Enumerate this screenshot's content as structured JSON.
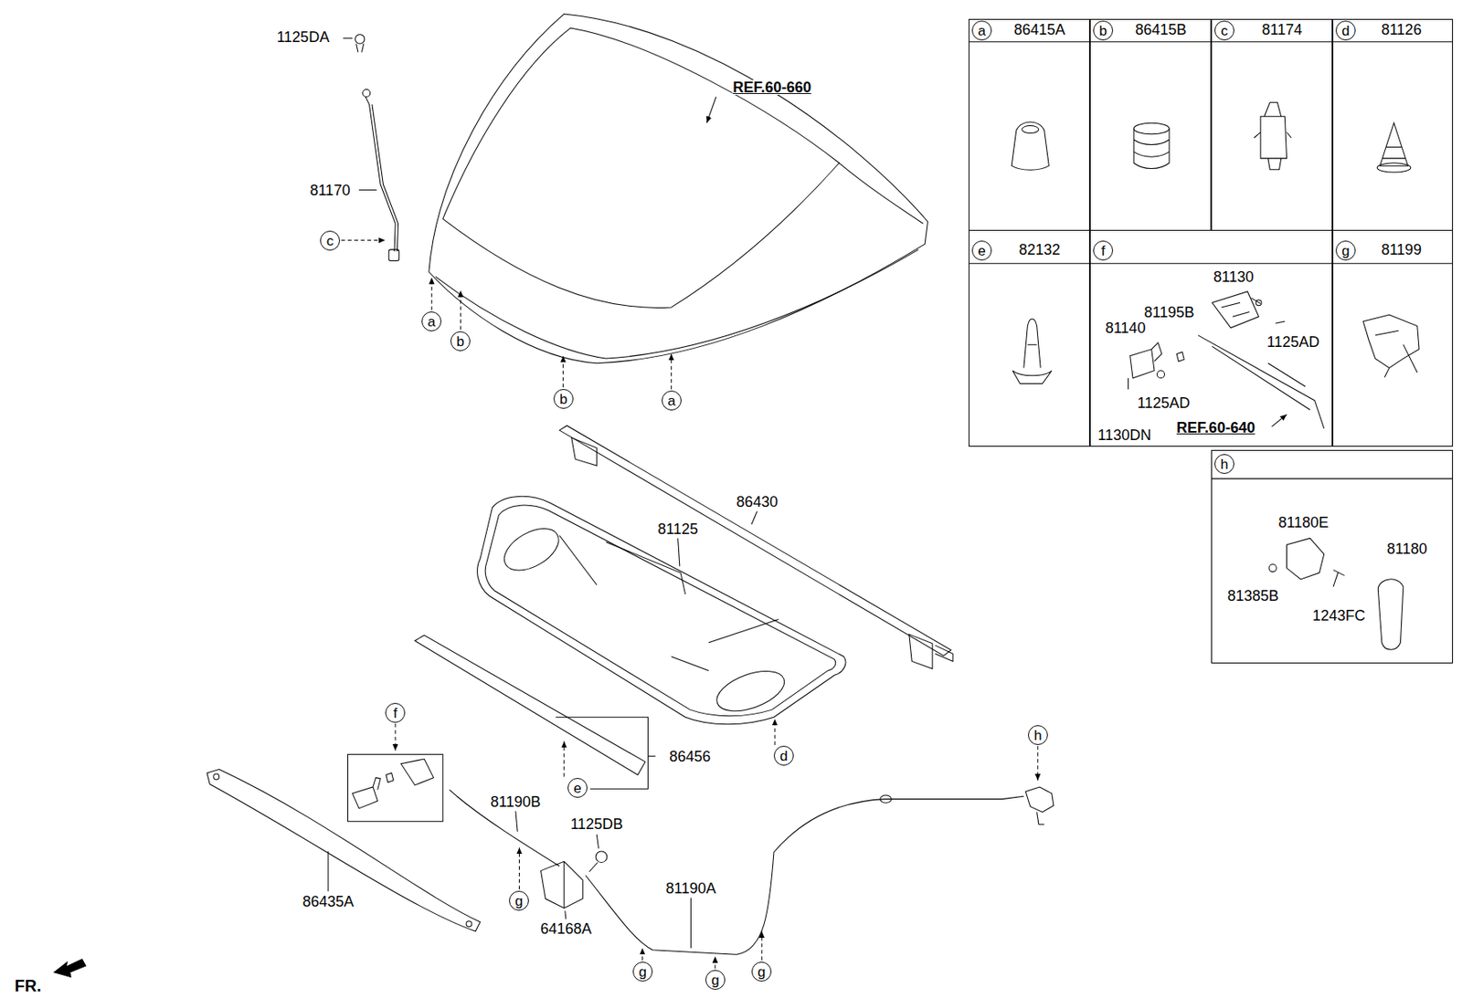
{
  "diagram": {
    "nodes": [
      {
        "text": [
          "86415A"
        ]
      },
      {
        "text": [
          "a"
        ],
        "in": 0
      },
      {
        "text": [
          "86415B"
        ]
      },
      {
        "text": [
          "b"
        ],
        "in": 2
      },
      {
        "text": [
          "81174"
        ]
      },
      {
        "text": [
          "c"
        ],
        "in": 4
      },
      {
        "text": [
          "81126"
        ]
      },
      {
        "text": [
          "d"
        ],
        "in": 6
      },
      {
        "text": [
          "82132"
        ]
      },
      {
        "text": [
          "e"
        ],
        "in": 8
      },
      {
        "text": [
          "81130",
          "81195B",
          "1125AD",
          "81140",
          "1125AD",
          "1130DN",
          "REF.60-640"
        ]
      },
      {
        "text": [
          "f"
        ],
        "in": 10
      },
      {
        "text": [
          "81199"
        ]
      },
      {
        "text": [
          "g"
        ],
        "in": 12
      },
      {
        "text": [
          "81180E",
          "81180",
          "81385B",
          "1243FC"
        ]
      },
      {
        "text": [
          "h"
        ],
        "in": 14
      },
      {
        "text": [
          "c"
        ]
      },
      {
        "text": [
          "a"
        ]
      },
      {
        "text": [
          "b"
        ]
      },
      {
        "text": [
          "b"
        ]
      },
      {
        "text": [
          "a"
        ]
      },
      {
        "text": [
          "d"
        ]
      },
      {
        "text": [
          "e"
        ]
      },
      {
        "text": [
          "f"
        ]
      },
      {
        "text": [
          "g"
        ]
      },
      {
        "text": [
          "g"
        ]
      },
      {
        "text": [
          "g"
        ]
      },
      {
        "text": [
          "g"
        ]
      },
      {
        "text": [
          "h"
        ]
      }
    ],
    "labels": [
      "1125DA",
      "81170",
      "REF.60-660",
      "86430",
      "81125",
      "86456",
      "81190B",
      "1125DB",
      "81190A",
      "86435A",
      "64168A",
      "FR."
    ]
  }
}
